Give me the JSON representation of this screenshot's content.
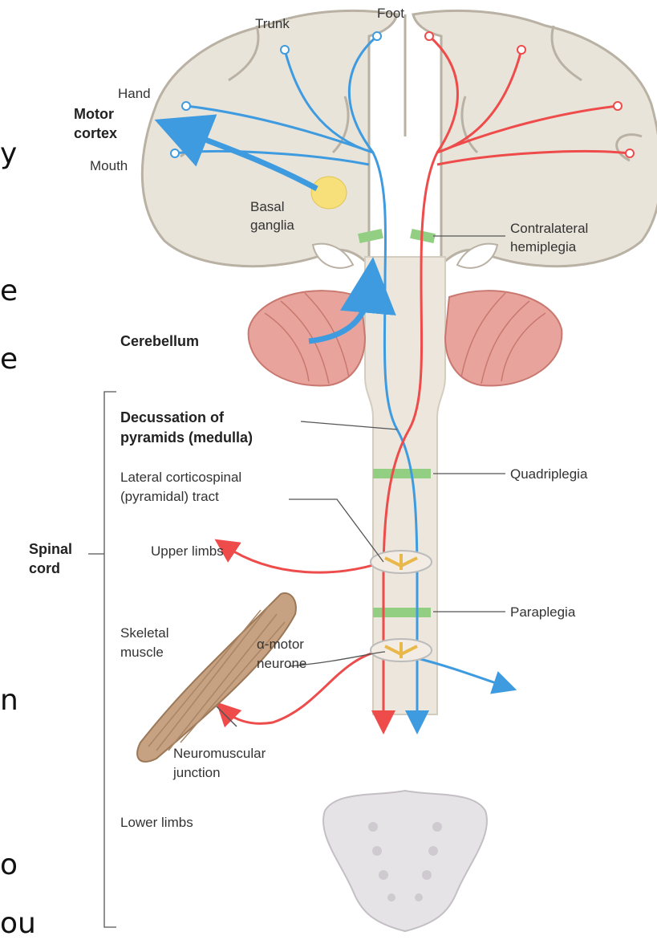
{
  "side_text_fragments": [
    "y",
    "e",
    "e",
    "n",
    "o",
    "ou"
  ],
  "labels": {
    "trunk": "Trunk",
    "foot": "Foot",
    "hand": "Hand",
    "motor_cortex_line1": "Motor",
    "motor_cortex_line2": "cortex",
    "mouth": "Mouth",
    "basal_ganglia_line1": "Basal",
    "basal_ganglia_line2": "ganglia",
    "contralateral_line1": "Contralateral",
    "contralateral_line2": "hemiplegia",
    "cerebellum": "Cerebellum",
    "decussation_line1": "Decussation of",
    "decussation_line2": "pyramids (medulla)",
    "lateral_line1": "Lateral corticospinal",
    "lateral_line2": "(pyramidal) tract",
    "quadriplegia": "Quadriplegia",
    "spinal_line1": "Spinal",
    "spinal_line2": "cord",
    "upper_limbs": "Upper limbs",
    "paraplegia": "Paraplegia",
    "skeletal_line1": "Skeletal",
    "skeletal_line2": "muscle",
    "alpha_line1": "α-motor",
    "alpha_line2": "neurone",
    "neuromuscular_line1": "Neuromuscular",
    "neuromuscular_line2": "junction",
    "lower_limbs": "Lower limbs"
  },
  "colors": {
    "brain": "#e9e4da",
    "brain_outline": "#b9b1a3",
    "blue_tract": "#3f9be0",
    "red_tract": "#ee4b4b",
    "cerebellum": "#e8a49c",
    "lesion": "#93cf82",
    "basal_ganglia": "#f7e07a",
    "muscle": "#c6a282",
    "sacrum": "#e6e3e6"
  }
}
